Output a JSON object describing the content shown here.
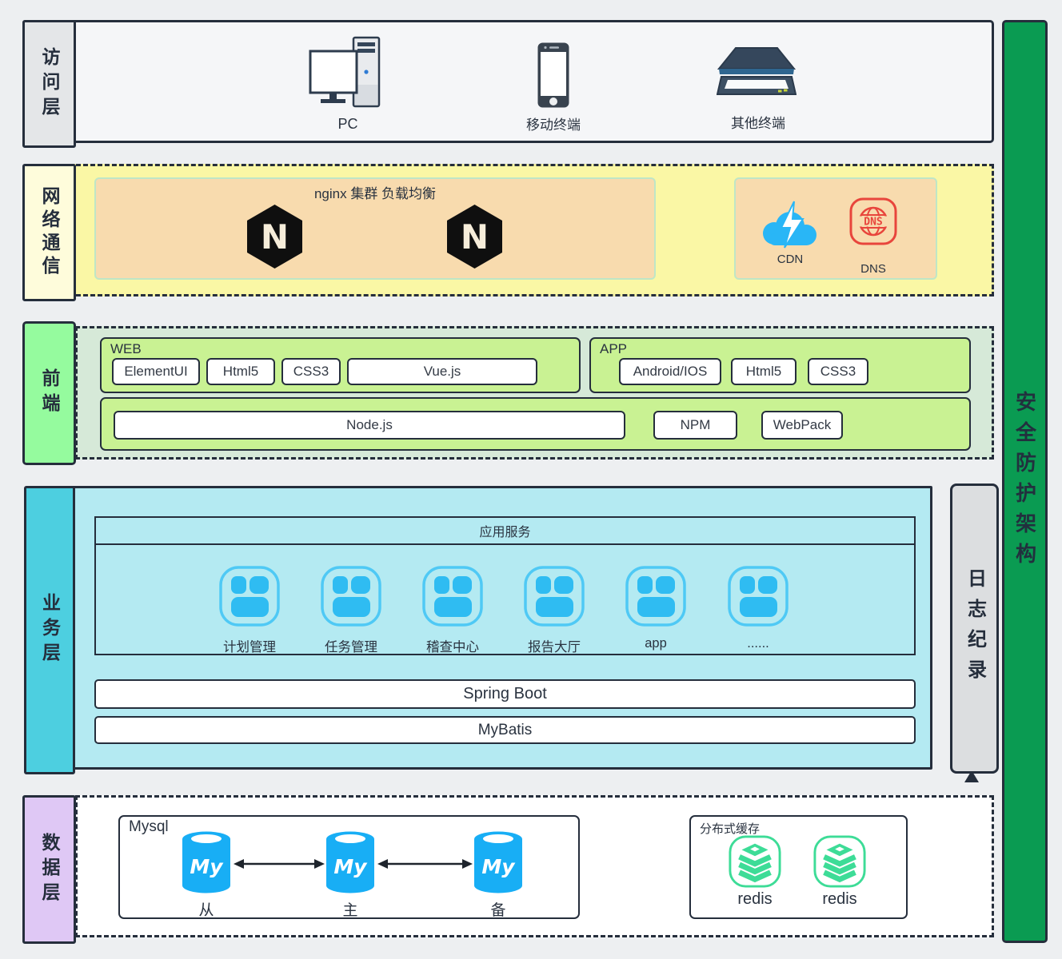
{
  "access": {
    "label": "访问层",
    "pc_label": "PC",
    "mobile_label": "移动终端",
    "other_label": "其他终端"
  },
  "network": {
    "label": "网络通信",
    "nginx_title": "nginx 集群 负载均衡",
    "nginx_letter": "N",
    "cdn_label": "CDN",
    "dns_label": "DNS",
    "dns_icon_text": "DNS"
  },
  "frontend": {
    "label": "前端",
    "web_title": "WEB",
    "web_chips": [
      "ElementUI",
      "Html5",
      "CSS3",
      "Vue.js"
    ],
    "app_title": "APP",
    "app_chips": [
      "Android/IOS",
      "Html5",
      "CSS3"
    ],
    "tool_chips": [
      "Node.js",
      "NPM",
      "WebPack"
    ]
  },
  "business": {
    "label": "业务层",
    "services_title": "应用服务",
    "services": [
      "计划管理",
      "任务管理",
      "稽查中心",
      "报告大厅",
      "app",
      "......"
    ],
    "frameworks": [
      "Spring Boot",
      "MyBatis"
    ]
  },
  "log": {
    "label": "日志纪录"
  },
  "datalayer": {
    "label": "数据层",
    "mysql_title": "Mysql",
    "mysql_icon_text": "My",
    "mysql_nodes": [
      "从",
      "主",
      "备"
    ],
    "cache_title": "分布式缓存",
    "cache_nodes": [
      "redis",
      "redis"
    ]
  },
  "security": {
    "label": "安全防护架构"
  },
  "colors": {
    "border_dark": "#252E3C",
    "access_label_bg": "#E4E6E8",
    "network_label_bg": "#FEFCDB",
    "network_panel_bg": "#FAF7A5",
    "nginx_box_bg": "#F8DBAE",
    "frontend_label_bg": "#95FB9E",
    "frontend_panel_bg": "#D6E9D8",
    "frontend_group_bg": "#C9F293",
    "business_label_bg": "#4DCFE0",
    "business_panel_bg": "#B4EAF2",
    "log_bar_bg": "#DCDEE0",
    "data_label_bg": "#DFC8F5",
    "security_bar_bg": "#0A9B52",
    "cdn_blue": "#29B6F6",
    "dns_red": "#E8453C",
    "app_icon_blue": "#2FBCF2",
    "mysql_blue": "#18AEF5",
    "redis_green": "#3DDC97"
  }
}
